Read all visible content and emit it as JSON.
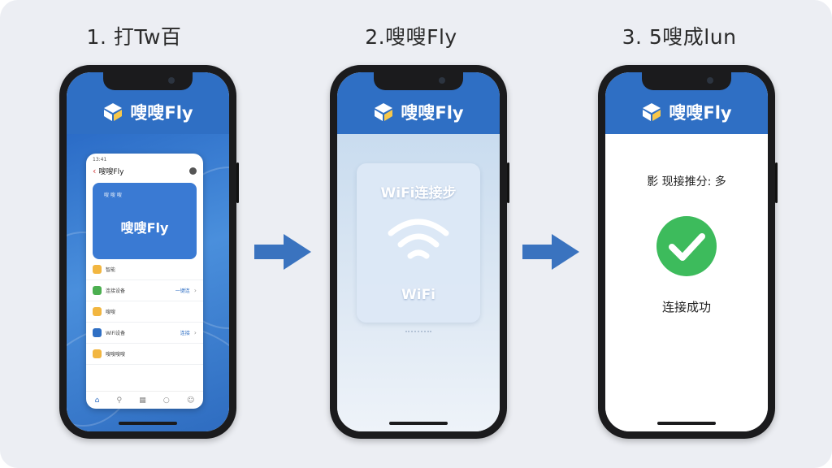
{
  "steps": [
    {
      "title": "1. 打Tw百",
      "app_name": "嗖嗖Fly",
      "mini_app": {
        "status_time": "13:41",
        "nav_title": "嗖嗖Fly",
        "card_sub": "嗖 嗖 嗖",
        "card_title": "嗖嗖Fly",
        "rows": [
          {
            "text": "智能",
            "tag": "",
            "color": "#f2b640"
          },
          {
            "text": "连接设备",
            "tag": "一键连",
            "color": "#4caf50"
          },
          {
            "text": "嗖嗖",
            "tag": "",
            "color": "#f2b640"
          },
          {
            "text": "WiFi设备",
            "tag": "连接",
            "color": "#2f6fc4"
          },
          {
            "text": "嗖嗖嗖嗖",
            "tag": "",
            "color": "#f2b640"
          }
        ]
      }
    },
    {
      "title": "2.嗖嗖Fly",
      "app_name": "嗖嗖Fly",
      "card_title": "WiFi连接步",
      "card_label": "WiFi"
    },
    {
      "title": "3. 5嗖成lun",
      "app_name": "嗖嗖Fly",
      "prompt": "影 现接推分: 多",
      "success": "连接成功"
    }
  ],
  "colors": {
    "brand_blue": "#2f6fc4",
    "arrow_blue": "#3a73bf",
    "success_green": "#3dbb5c",
    "background": "#eceef3"
  },
  "icons": [
    "logo-icon",
    "wifi-icon",
    "check-icon",
    "arrow-right-icon"
  ]
}
